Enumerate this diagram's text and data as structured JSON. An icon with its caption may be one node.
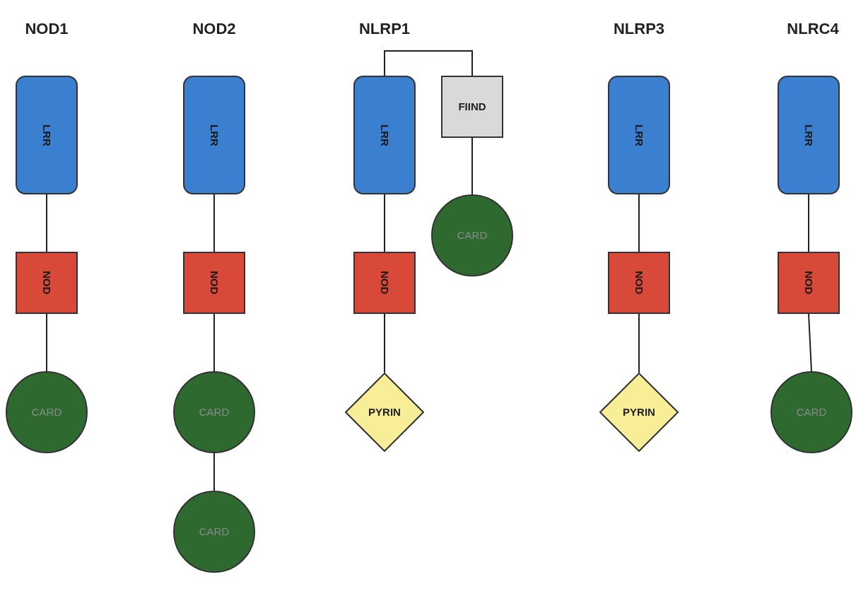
{
  "diagram": {
    "nodes": [
      {
        "text": [
          "LRR"
        ]
      },
      {
        "text": [
          "NOD"
        ]
      },
      {
        "text": [
          "CARD"
        ]
      },
      {
        "text": [
          "LRR"
        ]
      },
      {
        "text": [
          "NOD"
        ]
      },
      {
        "text": [
          "CARD"
        ]
      },
      {
        "text": [
          "CARD"
        ]
      },
      {
        "text": [
          "LRR"
        ]
      },
      {
        "text": [
          "FIIND"
        ]
      },
      {
        "text": [
          "CARD"
        ]
      },
      {
        "text": [
          "NOD"
        ]
      },
      {
        "text": [
          "PYRIN"
        ]
      },
      {
        "text": [
          "LRR"
        ]
      },
      {
        "text": [
          "NOD"
        ]
      },
      {
        "text": [
          "PYRIN"
        ]
      },
      {
        "text": [
          "LRR"
        ]
      },
      {
        "text": [
          "NOD"
        ]
      },
      {
        "text": [
          "CARD"
        ]
      }
    ],
    "edges": [
      {
        "from": 0,
        "to": 1,
        "arrow": "none"
      },
      {
        "from": 1,
        "to": 2,
        "arrow": "none"
      },
      {
        "from": 3,
        "to": 4,
        "arrow": "none"
      },
      {
        "from": 4,
        "to": 5,
        "arrow": "none"
      },
      {
        "from": 5,
        "to": 6,
        "arrow": "none"
      },
      {
        "from": 7,
        "to": 8,
        "arrow": "none"
      },
      {
        "from": 8,
        "to": 9,
        "arrow": "none"
      },
      {
        "from": 7,
        "to": 10,
        "arrow": "none"
      },
      {
        "from": 10,
        "to": 11,
        "arrow": "none"
      },
      {
        "from": 12,
        "to": 13,
        "arrow": "none"
      },
      {
        "from": 13,
        "to": 14,
        "arrow": "none"
      },
      {
        "from": 15,
        "to": 16,
        "arrow": "none"
      },
      {
        "from": 16,
        "to": 17,
        "arrow": "none"
      }
    ],
    "labels": [
      "NOD1",
      "NOD2",
      "NLRP1",
      "NLRP3",
      "NLRC4"
    ]
  }
}
